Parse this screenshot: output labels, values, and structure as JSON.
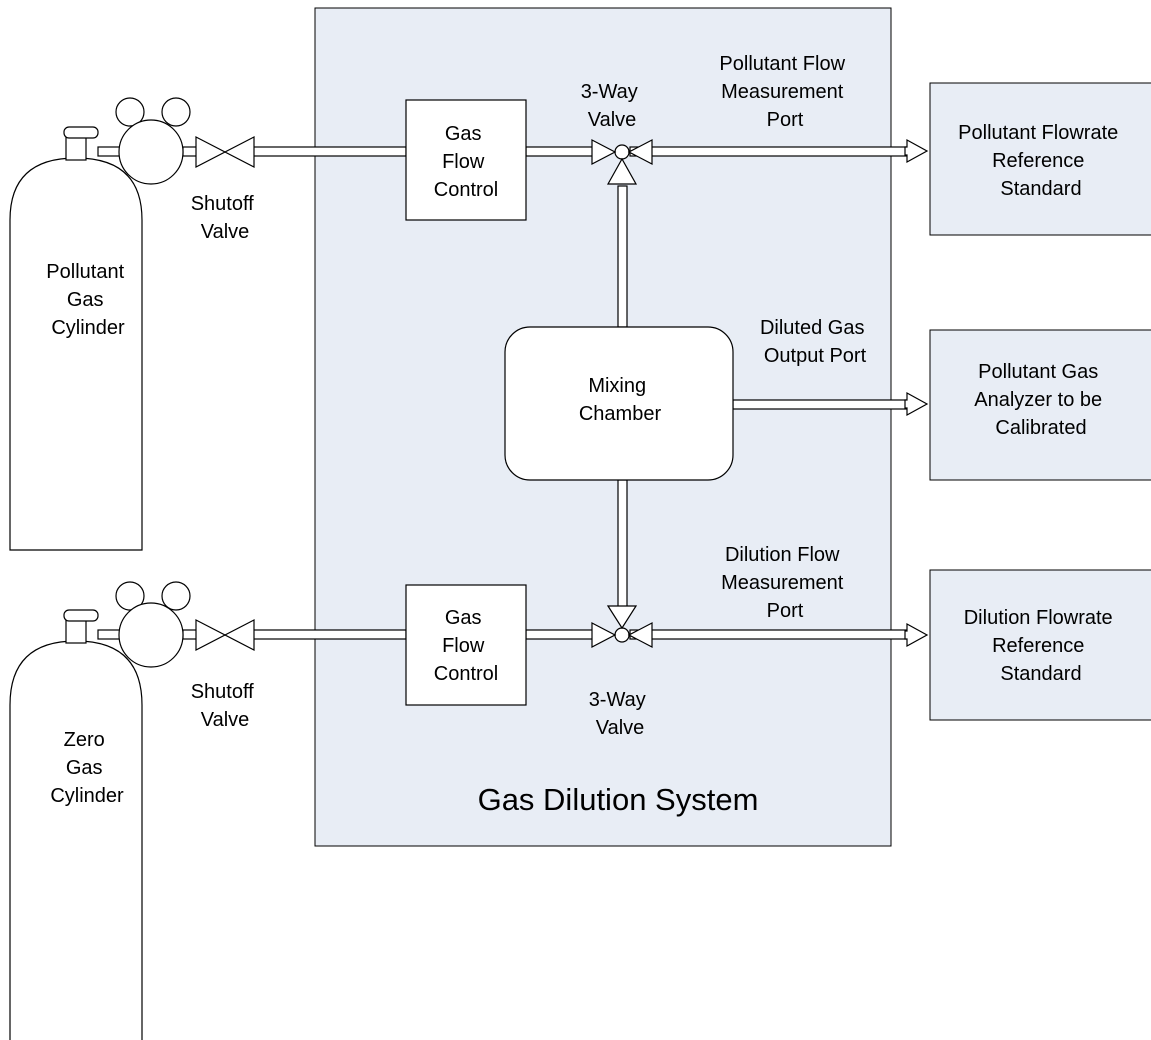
{
  "colors": {
    "box_fill": "#e8edf5",
    "stroke": "#000000",
    "background": "#ffffff"
  },
  "system": {
    "label": "Gas Dilution System"
  },
  "cylinders": [
    {
      "icon": "gas-cylinder-icon",
      "label": [
        "Pollutant",
        "Gas",
        "Cylinder"
      ]
    },
    {
      "icon": "gas-cylinder-icon",
      "label": [
        "Zero",
        "Gas",
        "Cylinder"
      ]
    }
  ],
  "shutoff_valves": [
    {
      "icon": "shutoff-valve-icon",
      "label": [
        "Shutoff",
        "Valve"
      ]
    },
    {
      "icon": "shutoff-valve-icon",
      "label": [
        "Shutoff",
        "Valve"
      ]
    }
  ],
  "flow_controls": [
    {
      "label": [
        "Gas",
        "Flow",
        "Control"
      ]
    },
    {
      "label": [
        "Gas",
        "Flow",
        "Control"
      ]
    }
  ],
  "three_way_valves": [
    {
      "icon": "three-way-valve-icon",
      "label": [
        "3-Way",
        "Valve"
      ]
    },
    {
      "icon": "three-way-valve-icon",
      "label": [
        "3-Way",
        "Valve"
      ]
    }
  ],
  "mixing_chamber": {
    "label": [
      "Mixing",
      "Chamber"
    ]
  },
  "ports": {
    "pollutant_flow": [
      "Pollutant Flow",
      "Measurement",
      "Port"
    ],
    "diluted_gas": [
      "Diluted Gas",
      "Output Port"
    ],
    "dilution_flow": [
      "Dilution Flow",
      "Measurement",
      "Port"
    ]
  },
  "outputs": {
    "pollutant_reference": [
      "Pollutant Flowrate",
      "Reference",
      "Standard"
    ],
    "analyzer": [
      "Pollutant Gas",
      "Analyzer to be",
      "Calibrated"
    ],
    "dilution_reference": [
      "Dilution Flowrate",
      "Reference",
      "Standard"
    ]
  }
}
